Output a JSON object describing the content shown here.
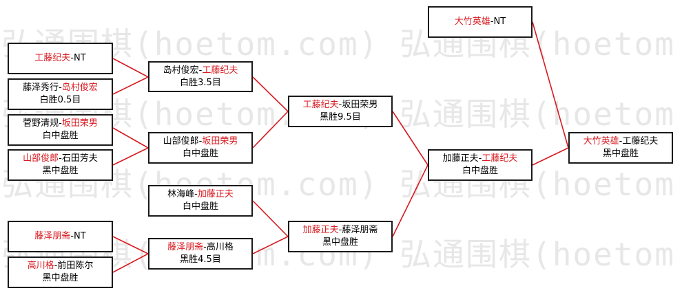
{
  "watermark": {
    "text": "弘通围棋(hoetom.com) 弘通围棋(hoetom.com) 弘通围棋(hoetom.com)"
  },
  "colors": {
    "winner": "#d8191f",
    "connector": "#d8191f",
    "border": "#1a1a1a"
  },
  "matches": {
    "r1_1": {
      "p1": "工藤纪夫",
      "sep": "-",
      "p2": "NT",
      "p1_win": true,
      "p2_win": false,
      "result": ""
    },
    "r1_2": {
      "p1": "藤泽秀行",
      "sep": "-",
      "p2": "岛村俊宏",
      "p1_win": false,
      "p2_win": true,
      "result": "白胜0.5目"
    },
    "r1_3": {
      "p1": "菅野清规",
      "sep": "-",
      "p2": "坂田荣男",
      "p1_win": false,
      "p2_win": true,
      "result": "白中盘胜"
    },
    "r1_4": {
      "p1": "山部俊郎",
      "sep": "-",
      "p2": "石田芳夫",
      "p1_win": true,
      "p2_win": false,
      "result": "黑中盘胜"
    },
    "r1_5": {
      "p1": "藤泽朋斋",
      "sep": "-",
      "p2": "NT",
      "p1_win": true,
      "p2_win": false,
      "result": ""
    },
    "r1_6": {
      "p1": "高川格",
      "sep": "-",
      "p2": "前田陈尔",
      "p1_win": true,
      "p2_win": false,
      "result": "黑中盘胜"
    },
    "r2_1": {
      "p1": "岛村俊宏",
      "sep": "-",
      "p2": "工藤纪夫",
      "p1_win": false,
      "p2_win": true,
      "result": "白胜3.5目"
    },
    "r2_2": {
      "p1": "山部俊郎",
      "sep": "-",
      "p2": "坂田荣男",
      "p1_win": false,
      "p2_win": true,
      "result": "白中盘胜"
    },
    "r2_3": {
      "p1": "林海峰",
      "sep": "-",
      "p2": "加藤正夫",
      "p1_win": false,
      "p2_win": true,
      "result": "白中盘胜"
    },
    "r2_4": {
      "p1": "藤泽朋斋",
      "sep": "-",
      "p2": "高川格",
      "p1_win": true,
      "p2_win": false,
      "result": "黑胜4.5目"
    },
    "r3_1": {
      "p1": "工藤纪夫",
      "sep": "-",
      "p2": "坂田荣男",
      "p1_win": true,
      "p2_win": false,
      "result": "黑胜9.5目"
    },
    "r3_2": {
      "p1": "加藤正夫",
      "sep": "-",
      "p2": "藤泽朋斋",
      "p1_win": true,
      "p2_win": false,
      "result": "黑中盘胜"
    },
    "r4_1": {
      "p1": "加藤正夫",
      "sep": "-",
      "p2": "工藤纪夫",
      "p1_win": false,
      "p2_win": true,
      "result": "白中盘胜"
    },
    "seed": {
      "p1": "大竹英雄",
      "sep": "-",
      "p2": "NT",
      "p1_win": true,
      "p2_win": false,
      "result": ""
    },
    "final": {
      "p1": "大竹英雄",
      "sep": "-",
      "p2": "工藤纪夫",
      "p1_win": true,
      "p2_win": false,
      "result": "黑中盘胜"
    }
  }
}
